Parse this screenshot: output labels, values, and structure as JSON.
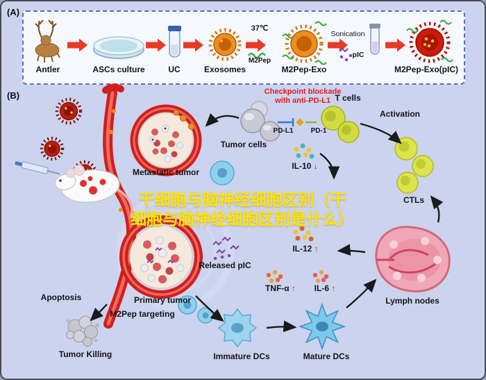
{
  "colors": {
    "background": "#cbd3ee",
    "panel_a_border": "#5a6ac8",
    "accent_arrow_red": "#e83a25",
    "checkpoint_red": "#e51c1c",
    "watermark_yellow": "#ffe400",
    "vessel_red": "#cf1f1f",
    "exosome_orange": "#ef8d1e",
    "dc_blue": "#7ec8ea",
    "tcell_green": "#d2dc40"
  },
  "panel_a": {
    "tag": "(A)",
    "steps": [
      "Antler",
      "ASCs culture",
      "UC",
      "Exosomes",
      "M2Pep-Exo",
      "M2Pep-Exo(pIC)"
    ],
    "temp": "37℃",
    "m2pep": "M2Pep",
    "sonication": "Sonication",
    "pic": "pIC"
  },
  "panel_b": {
    "tag": "(B)",
    "checkpoint_line1": "Checkpoint blockade",
    "checkpoint_line2": "with anti-PD-L1",
    "t_cells": "T cells",
    "activation": "Activation",
    "tumor_cells": "Tumor cells",
    "pd_l1": "PD-L1",
    "pd_1": "PD-1",
    "metastatic_tumor": "Metastatic tumor",
    "il10": "IL-10",
    "il10_arrow": "↓",
    "ctls": "CTLs",
    "il12": "IL-12",
    "il12_arrow": "↑",
    "released_pic": "Released pIC",
    "tnf": "TNF-α",
    "tnf_arrow": "↑",
    "il6": "IL-6",
    "il6_arrow": "↑",
    "lymph_nodes": "Lymph nodes",
    "apoptosis": "Apoptosis",
    "primary_tumor": "Primary tumor",
    "m2pep_targeting": "M2Pep targeting",
    "tumor_killing": "Tumor Killing",
    "immature_dcs": "Immature DCs",
    "mature_dcs": "Mature DCs"
  },
  "watermark": {
    "line1": "干细胞与脑神经细胞区别（干",
    "line2": "细胞与脑神经细胞区别是什么）"
  }
}
